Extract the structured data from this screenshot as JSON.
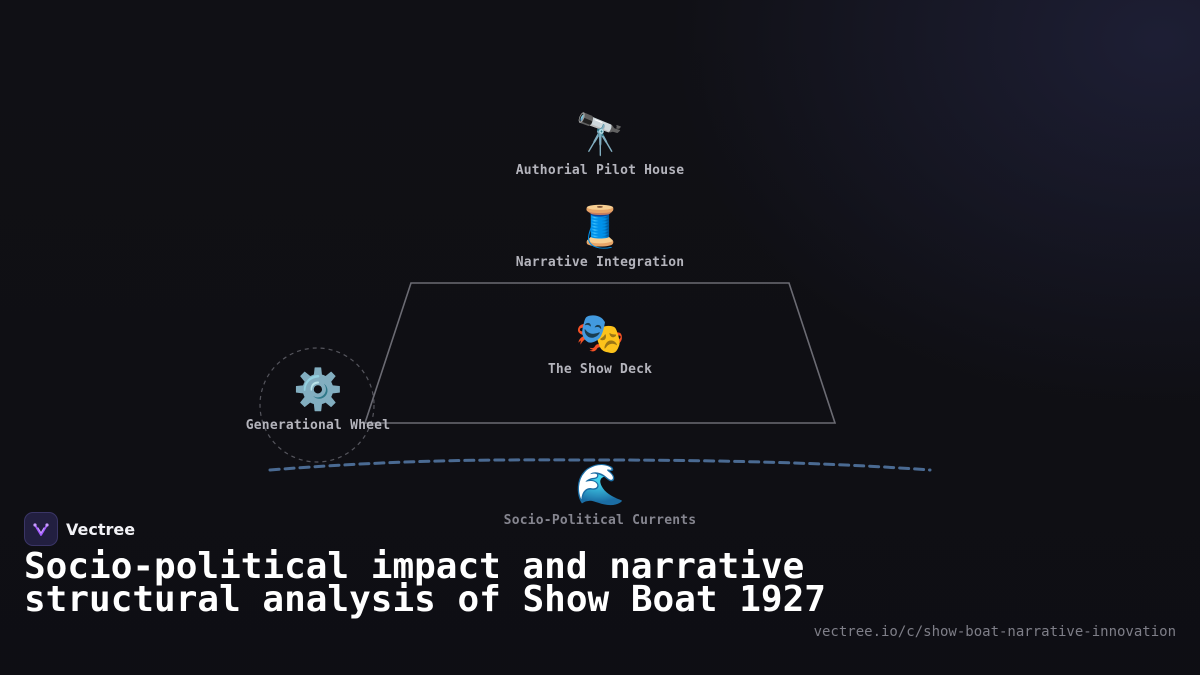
{
  "diagram": {
    "nodes": {
      "pilot_house": {
        "icon": "telescope-icon",
        "glyph": "🔭",
        "label": "Authorial Pilot House"
      },
      "narrative": {
        "icon": "thread-spool-icon",
        "glyph": "🧵",
        "label": "Narrative Integration"
      },
      "show_deck": {
        "icon": "theater-masks-icon",
        "glyph": "🎭",
        "label": "The Show Deck"
      },
      "wheel": {
        "icon": "gear-icon",
        "glyph": "⚙️",
        "label": "Generational Wheel"
      },
      "currents": {
        "icon": "water-wave-icon",
        "glyph": "🌊",
        "label": "Socio-Political Currents"
      }
    }
  },
  "brand": {
    "name": "Vectree",
    "logo_icon": "vectree-logo-icon",
    "accent": "#a259ff"
  },
  "footer": {
    "title": "Socio-political impact and narrative structural analysis of Show Boat 1927",
    "url": "vectree.io/c/show-boat-narrative-innovation"
  },
  "colors": {
    "background": "#101015",
    "outline": "#6b6b73",
    "wave": "#4a6a92",
    "label": "#b4b4bc"
  }
}
